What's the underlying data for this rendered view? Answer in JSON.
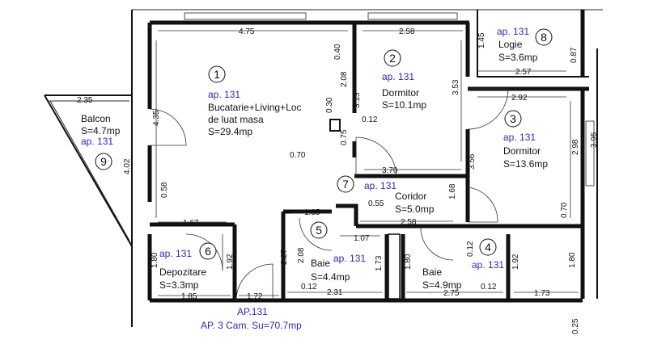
{
  "rooms": [
    {
      "number": "1",
      "ap": "ap. 131",
      "name_lines": [
        "Bucatarie+Living+Loc",
        "de luat masa"
      ],
      "area": "S=29.4mp"
    },
    {
      "number": "2",
      "ap": "ap. 131",
      "name_lines": [
        "Dormitor"
      ],
      "area": "S=10.1mp"
    },
    {
      "number": "3",
      "ap": "ap. 131",
      "name_lines": [
        "Dormitor"
      ],
      "area": "S=13.6mp"
    },
    {
      "number": "4",
      "ap": "ap. 131",
      "name_lines": [
        "Baie"
      ],
      "area": "S=4.9mp"
    },
    {
      "number": "5",
      "ap": "ap. 131",
      "name_lines": [
        "Baie"
      ],
      "area": "S=4.4mp"
    },
    {
      "number": "6",
      "ap": "ap. 131",
      "name_lines": [
        "Depozitare"
      ],
      "area": "S=3.3mp"
    },
    {
      "number": "7",
      "ap": "ap. 131",
      "name_lines": [
        "Coridor"
      ],
      "area": "S=5.0mp"
    },
    {
      "number": "8",
      "ap": "ap. 131",
      "name_lines": [
        "Logie"
      ],
      "area": "S=3.6mp"
    },
    {
      "number": "9",
      "ap": "ap. 131",
      "name_lines": [
        "Balcon"
      ],
      "area": "S=4.7mp"
    }
  ],
  "apartment": {
    "label": "AP.131",
    "summary": "AP. 3 Cam. Su=70.7mp"
  },
  "dimensions": [
    "4.75",
    "2.58",
    "1.45",
    "0.87",
    "2.57",
    "2.92",
    "2.35",
    "4.35",
    "4.02",
    "0.40",
    "2.08",
    "3.13",
    "0.30",
    "0.12",
    "0.75",
    "0.70",
    "3.53",
    "3.56",
    "3.70",
    "2.98",
    "3.95",
    "0.58",
    "1.67",
    "1.35",
    "0.55",
    "2.58",
    "1.68",
    "0.70",
    "1.07",
    "2.08",
    "2.27",
    "1.80",
    "1.92",
    "1.73",
    "1.80",
    "0.12",
    "1.92",
    "1.80",
    "1.85",
    "1.72",
    "2.31",
    "0.12",
    "2.75",
    "0.12",
    "1.73",
    "0.25"
  ]
}
